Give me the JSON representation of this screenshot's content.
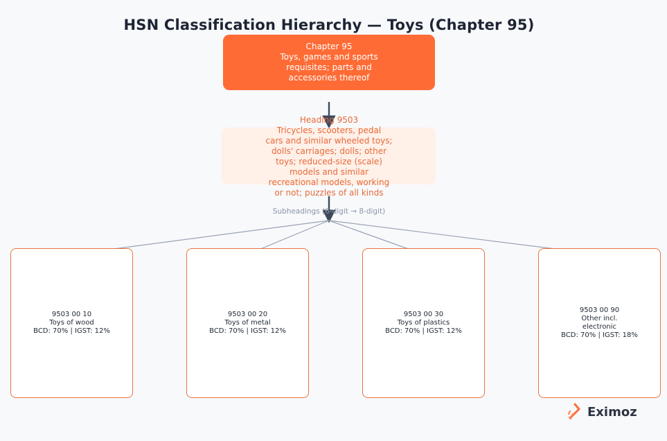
{
  "title": "HSN Classification Hierarchy — Toys (Chapter 95)",
  "chapter": {
    "code": "Chapter 95",
    "description_lines": [
      "Toys, games and sports",
      "requisites; parts and",
      "accessories thereof"
    ]
  },
  "heading": {
    "code": "Heading 9503",
    "description_lines": [
      "Tricycles, scooters, pedal",
      "cars and similar wheeled toys;",
      "dolls' carriages; dolls; other",
      "toys; reduced-size (scale)",
      "models and similar",
      "recreational models, working",
      "or not; puzzles of all kinds"
    ]
  },
  "subheading_caption": "Subheadings (6-digit → 8-digit)",
  "subheadings": [
    {
      "code": "9503 00 10",
      "desc_lines": [
        "Toys of wood"
      ],
      "duty": "BCD: 70% | IGST: 12%"
    },
    {
      "code": "9503 00 20",
      "desc_lines": [
        "Toys of metal"
      ],
      "duty": "BCD: 70% | IGST: 12%"
    },
    {
      "code": "9503 00 30",
      "desc_lines": [
        "Toys of plastics"
      ],
      "duty": "BCD: 70% | IGST: 12%"
    },
    {
      "code": "9503 00 90",
      "desc_lines": [
        "Other incl.",
        "electronic"
      ],
      "duty": "BCD: 70% | IGST: 18%"
    }
  ],
  "brand": {
    "name": "Eximoz",
    "logo_icon": "eximoz-mark-icon",
    "accent_color": "#ff6b35"
  },
  "colors": {
    "chapter_fill": "#ff6b35",
    "heading_fill": "#fff0e8",
    "heading_text": "#e86a3a",
    "leaf_border": "#e8743f",
    "arrow": "#3d4a5c",
    "connector": "#9aa3b5"
  }
}
